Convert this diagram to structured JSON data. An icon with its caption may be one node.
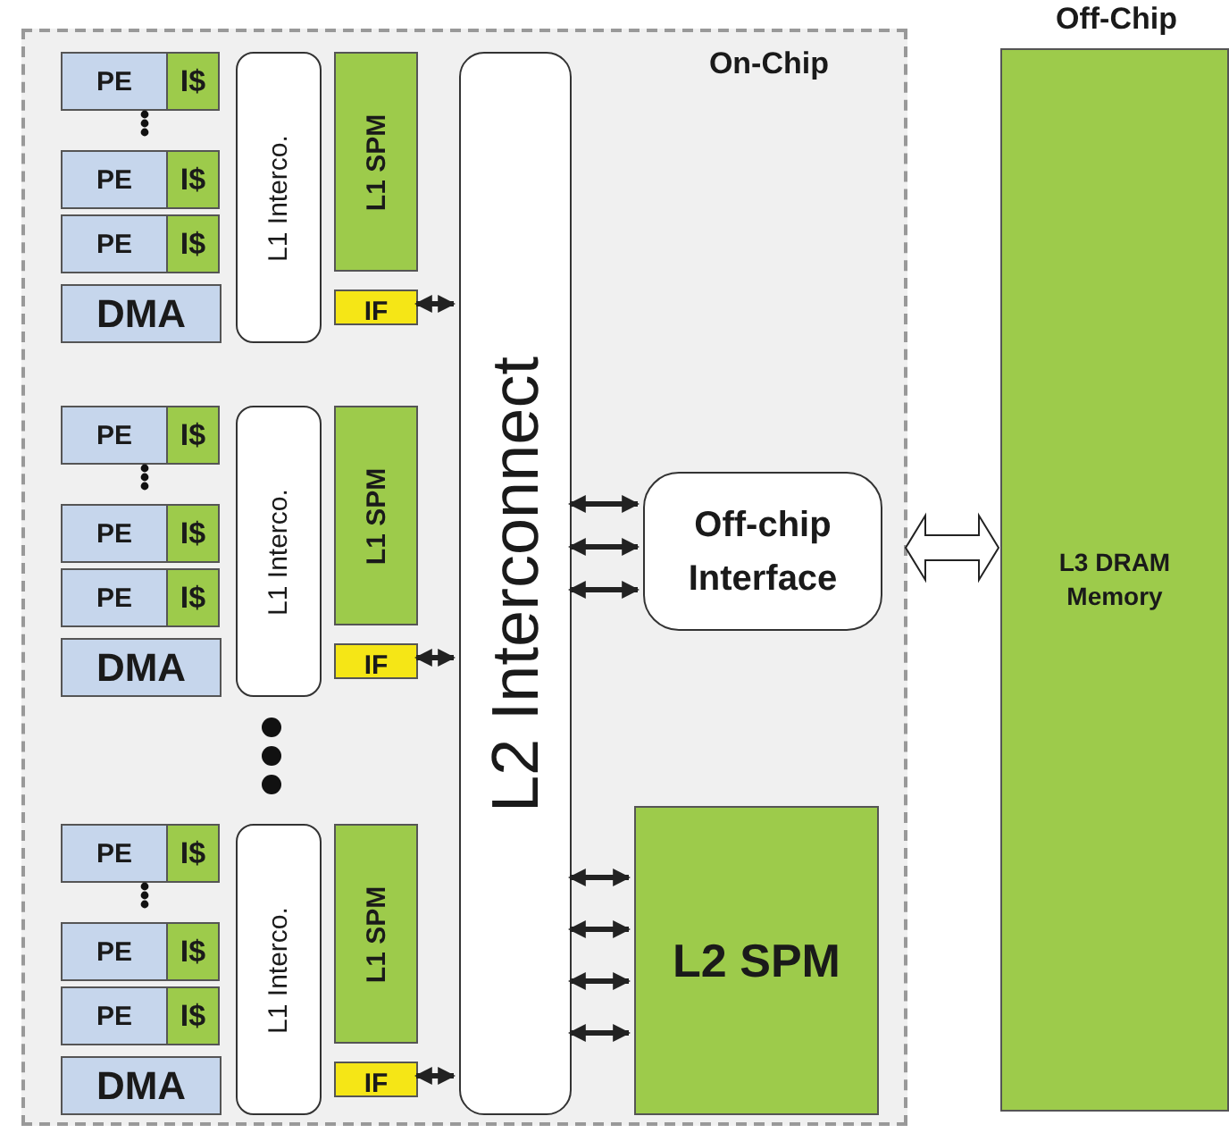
{
  "diagram": {
    "nodes": [
      {
        "text": [
          "On-Chip"
        ]
      },
      {
        "text": [
          "PE"
        ],
        "in": 0
      },
      {
        "text": [
          "I$"
        ],
        "in": 0
      },
      {
        "text": [
          "PE"
        ],
        "in": 0
      },
      {
        "text": [
          "I$"
        ],
        "in": 0
      },
      {
        "text": [
          "PE"
        ],
        "in": 0
      },
      {
        "text": [
          "I$"
        ],
        "in": 0
      },
      {
        "text": [
          "DMA"
        ],
        "in": 0
      },
      {
        "text": [
          "L1 Interco."
        ],
        "in": 0
      },
      {
        "text": [
          "L1 SPM"
        ],
        "in": 0
      },
      {
        "text": [
          "IF"
        ],
        "in": 0
      },
      {
        "text": [
          "PE"
        ],
        "in": 0
      },
      {
        "text": [
          "I$"
        ],
        "in": 0
      },
      {
        "text": [
          "PE"
        ],
        "in": 0
      },
      {
        "text": [
          "I$"
        ],
        "in": 0
      },
      {
        "text": [
          "PE"
        ],
        "in": 0
      },
      {
        "text": [
          "I$"
        ],
        "in": 0
      },
      {
        "text": [
          "DMA"
        ],
        "in": 0
      },
      {
        "text": [
          "L1 Interco."
        ],
        "in": 0
      },
      {
        "text": [
          "L1 SPM"
        ],
        "in": 0
      },
      {
        "text": [
          "IF"
        ],
        "in": 0
      },
      {
        "text": [
          "PE"
        ],
        "in": 0
      },
      {
        "text": [
          "I$"
        ],
        "in": 0
      },
      {
        "text": [
          "PE"
        ],
        "in": 0
      },
      {
        "text": [
          "I$"
        ],
        "in": 0
      },
      {
        "text": [
          "PE"
        ],
        "in": 0
      },
      {
        "text": [
          "I$"
        ],
        "in": 0
      },
      {
        "text": [
          "DMA"
        ],
        "in": 0
      },
      {
        "text": [
          "L1 Interco."
        ],
        "in": 0
      },
      {
        "text": [
          "L1 SPM"
        ],
        "in": 0
      },
      {
        "text": [
          "IF"
        ],
        "in": 0
      },
      {
        "text": [
          "L2 Interconnect"
        ],
        "in": 0
      },
      {
        "text": [
          "Off-chip Interface"
        ],
        "in": 0
      },
      {
        "text": [
          "L2 SPM"
        ],
        "in": 0
      },
      {
        "text": [
          "Off-Chip",
          "L3 DRAM Memory"
        ]
      }
    ],
    "edges": [
      {
        "from": 10,
        "to": 31,
        "arrow": "both"
      },
      {
        "from": 20,
        "to": 31,
        "arrow": "both"
      },
      {
        "from": 30,
        "to": 31,
        "arrow": "both"
      },
      {
        "from": 31,
        "to": 32,
        "arrow": "both"
      },
      {
        "from": 31,
        "to": 32,
        "arrow": "both"
      },
      {
        "from": 31,
        "to": 32,
        "arrow": "both"
      },
      {
        "from": 31,
        "to": 33,
        "arrow": "both"
      },
      {
        "from": 31,
        "to": 33,
        "arrow": "both"
      },
      {
        "from": 31,
        "to": 33,
        "arrow": "both"
      },
      {
        "from": 31,
        "to": 33,
        "arrow": "both"
      },
      {
        "from": 32,
        "to": 34,
        "arrow": "both",
        "style": "thick"
      }
    ]
  }
}
